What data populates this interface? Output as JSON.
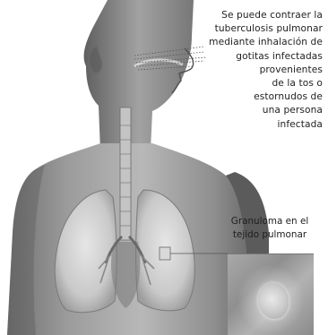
{
  "caption_main": [
    "Se puede contraer la",
    "tuberculosis pulmonar",
    "mediante inhalación de",
    "gotitas infectadas",
    "provenientes",
    "de la tos o",
    "estornudos de",
    "una persona",
    "infectada"
  ],
  "caption_inset": [
    "Granuloma en el",
    "tejido pulmonar"
  ]
}
